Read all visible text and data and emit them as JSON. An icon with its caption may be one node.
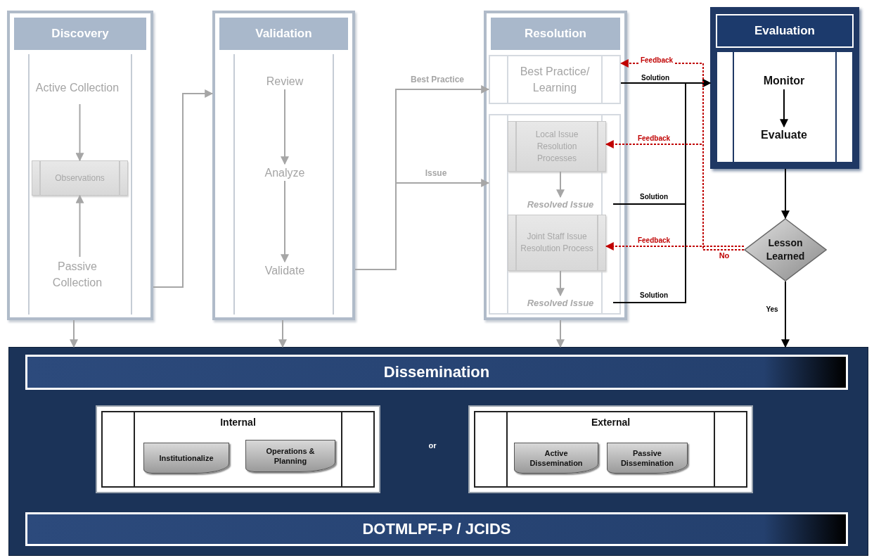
{
  "diagram": {
    "nodes": [
      {
        "text": [
          "Discovery"
        ]
      },
      {
        "text": [
          "Active Collection"
        ],
        "in": 0
      },
      {
        "text": [
          "Observations"
        ],
        "in": 0
      },
      {
        "text": [
          "Passive Collection"
        ],
        "in": 0
      },
      {
        "text": [
          "Validation"
        ]
      },
      {
        "text": [
          "Review"
        ],
        "in": 4
      },
      {
        "text": [
          "Analyze"
        ],
        "in": 4
      },
      {
        "text": [
          "Validate"
        ],
        "in": 4
      },
      {
        "text": [
          "Resolution"
        ]
      },
      {
        "text": [
          "Best Practice/ Learning"
        ],
        "in": 8
      },
      {
        "text": [],
        "shape": "box",
        "in": 8
      },
      {
        "text": [
          "Local Issue Resolution Processes"
        ],
        "in": 10
      },
      {
        "text": [
          "Resolved Issue"
        ],
        "in": 10
      },
      {
        "text": [
          "Joint Staff Issue Resolution Process"
        ],
        "in": 10
      },
      {
        "text": [
          "Resolved Issue"
        ],
        "in": 10
      },
      {
        "text": [
          "Evaluation"
        ]
      },
      {
        "text": [
          "Monitor"
        ],
        "in": 15
      },
      {
        "text": [
          "Evaluate"
        ],
        "in": 15
      },
      {
        "text": [
          "Lesson Learned"
        ]
      },
      {
        "text": [],
        "shape": "box"
      },
      {
        "text": [
          "Dissemination"
        ],
        "in": 19
      },
      {
        "text": [
          "Internal"
        ],
        "in": 19
      },
      {
        "text": [
          "Institutionalize"
        ],
        "in": 21
      },
      {
        "text": [
          "Operations & Planning"
        ],
        "in": 21
      },
      {
        "text": [
          "External"
        ],
        "in": 19
      },
      {
        "text": [
          "Active Dissemination"
        ],
        "in": 24
      },
      {
        "text": [
          "Passive Dissemination"
        ],
        "in": 24
      },
      {
        "text": [
          "DOTMLPF-P / JCIDS"
        ],
        "in": 19
      }
    ],
    "edges": [
      {
        "from": 1,
        "to": 2,
        "arrow": "to"
      },
      {
        "from": 3,
        "to": 2,
        "arrow": "to"
      },
      {
        "from": 5,
        "to": 6,
        "arrow": "to"
      },
      {
        "from": 6,
        "to": 7,
        "arrow": "to"
      },
      {
        "from": 0,
        "to": 4,
        "arrow": "to"
      },
      {
        "from": 4,
        "to": 9,
        "arrow": "to",
        "label": "Best Practice"
      },
      {
        "from": 4,
        "to": 10,
        "arrow": "to",
        "label": "Issue"
      },
      {
        "from": 11,
        "to": 12,
        "arrow": "to"
      },
      {
        "from": 13,
        "to": 14,
        "arrow": "to"
      },
      {
        "from": 9,
        "to": 15,
        "arrow": "to",
        "label": "Solution",
        "color": "#000000"
      },
      {
        "from": 12,
        "to": 15,
        "arrow": "to",
        "label": "Solution",
        "color": "#000000"
      },
      {
        "from": 14,
        "to": 15,
        "arrow": "to",
        "label": "Solution",
        "color": "#000000"
      },
      {
        "from": 15,
        "to": 18,
        "arrow": "to",
        "color": "#000000"
      },
      {
        "from": 18,
        "to": 19,
        "arrow": "to",
        "label": "Yes",
        "color": "#000000"
      },
      {
        "from": 18,
        "to": 9,
        "arrow": "to",
        "label": "Feedback",
        "style": "dashed",
        "color": "#c00000"
      },
      {
        "from": 18,
        "to": 11,
        "arrow": "to",
        "label": "Feedback",
        "style": "dashed",
        "color": "#c00000"
      },
      {
        "from": 18,
        "to": 13,
        "arrow": "to",
        "label": "Feedback",
        "style": "dashed",
        "color": "#c00000"
      },
      {
        "from": 0,
        "to": 19,
        "arrow": "to"
      },
      {
        "from": 4,
        "to": 19,
        "arrow": "to"
      },
      {
        "from": 8,
        "to": 19,
        "arrow": "to"
      },
      {
        "from": 16,
        "to": 17,
        "arrow": "to",
        "color": "#000000"
      }
    ],
    "labels": [
      "or",
      "No"
    ]
  }
}
